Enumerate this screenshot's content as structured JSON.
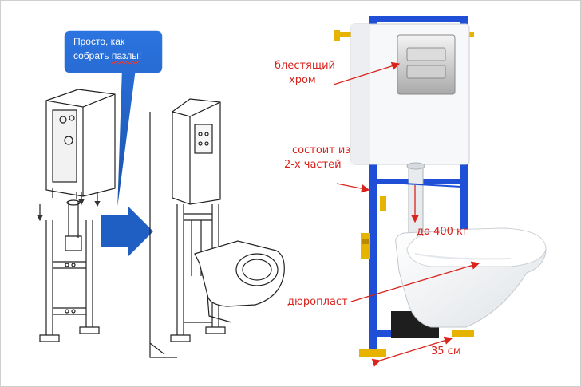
{
  "speech_bubble": {
    "line1": "Просто, как",
    "line2_prefix": "собрать ",
    "line2_underlined": "пазлы",
    "line2_suffix": "!"
  },
  "labels": {
    "chrome_line1": "блестящий",
    "chrome_line2": "хром",
    "parts_line1": "состоит из",
    "parts_line2": "2-х частей",
    "load": "до 400 кг",
    "material": "дюропласт",
    "width": "35 см"
  },
  "colors": {
    "bubble_blue": "#1f5fc4",
    "frame_blue": "#1f4fd6",
    "annotation_red": "#d9231d",
    "bracket_yellow": "#e6b400"
  }
}
